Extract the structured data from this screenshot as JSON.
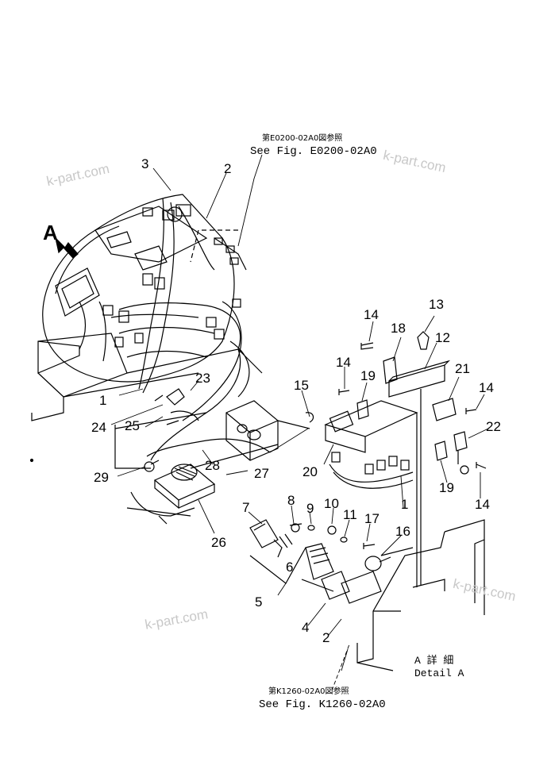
{
  "references": {
    "top_jp": "第E0200-02A0図参照",
    "top_en": "See Fig. E0200-02A0",
    "bottom_jp": "第K1260-02A0図参照",
    "bottom_en": "See Fig. K1260-02A0"
  },
  "view_label": "A",
  "detail": {
    "jp": "A 詳 細",
    "en": "Detail A"
  },
  "watermark": "k-part.com",
  "callouts": [
    "3",
    "2",
    "1",
    "23",
    "24",
    "25",
    "29",
    "28",
    "27",
    "26",
    "15",
    "20",
    "1",
    "14",
    "18",
    "13",
    "12",
    "14",
    "19",
    "21",
    "14",
    "22",
    "19",
    "14",
    "7",
    "8",
    "9",
    "10",
    "11",
    "17",
    "16",
    "6",
    "5",
    "4",
    "2"
  ],
  "colors": {
    "line": "#000000",
    "watermark": "#c8c8c8",
    "background": "#ffffff"
  }
}
